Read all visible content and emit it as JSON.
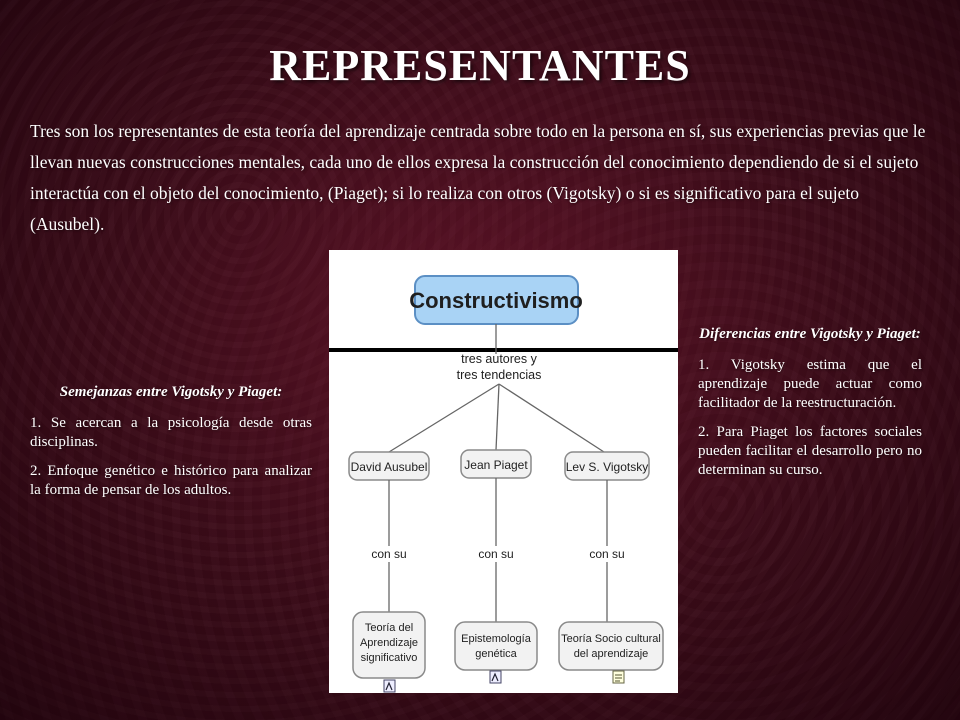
{
  "slide": {
    "title": "REPRESENTANTES",
    "intro": "Tres son los representantes de esta teoría del aprendizaje centrada sobre todo en la persona en sí, sus experiencias previas que le llevan nuevas construcciones mentales, cada uno de ellos expresa la construcción del conocimiento dependiendo de si el sujeto interactúa con el objeto del conocimiento, (Piaget); si lo realiza con otros (Vigotsky) o si es significativo para el sujeto (Ausubel)."
  },
  "left_panel": {
    "heading": "Semejanzas entre Vigotsky y Piaget:",
    "points": [
      "1. Se acercan a la psicología desde otras disciplinas.",
      "2. Enfoque genético e histórico para analizar la forma de pensar de los adultos."
    ]
  },
  "right_panel": {
    "heading": "Diferencias entre Vigotsky y Piaget:",
    "points": [
      "1. Vigotsky estima que el aprendizaje puede actuar como facilitador de la reestructuración.",
      "2. Para Piaget los factores sociales pueden facilitar el desarrollo pero no determinan su curso."
    ]
  },
  "diagram": {
    "root": "Constructivismo",
    "link_line1": "tres autores y",
    "link_line2": "tres tendencias",
    "authors": [
      "David Ausubel",
      "Jean Piaget",
      "Lev S. Vigotsky"
    ],
    "connector": "con su",
    "theories": [
      [
        "Teoría del",
        "Aprendizaje",
        "significativo"
      ],
      [
        "Epistemología",
        "genética"
      ],
      [
        "Teoría Socio cultural",
        "del aprendizaje"
      ]
    ],
    "colors": {
      "root_fill": "#a9d3f5",
      "root_stroke": "#5b8fc4",
      "node_fill": "#f2f2f2",
      "node_stroke": "#8a8a8a",
      "line": "#666666"
    }
  }
}
